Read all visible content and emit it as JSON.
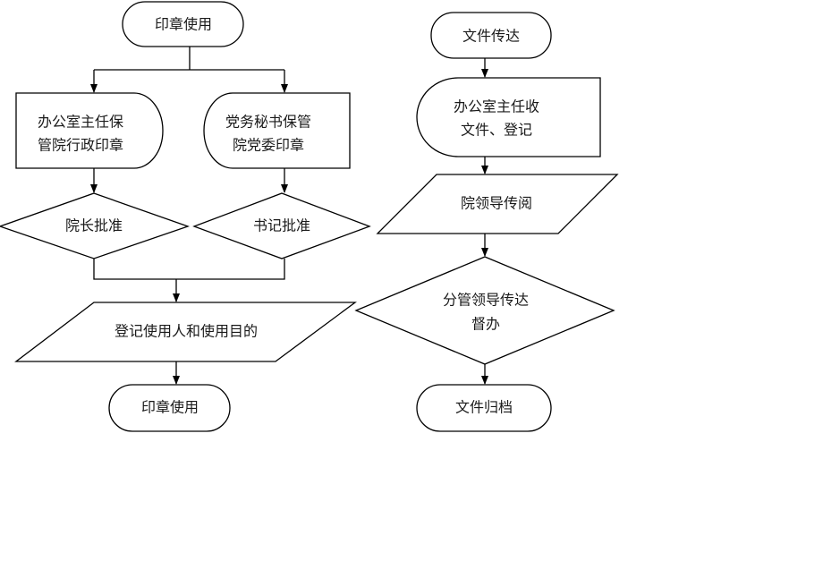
{
  "left_flow": {
    "start": "印章使用",
    "keeper_admin": [
      "办公室主任保",
      "管院行政印章"
    ],
    "keeper_party": [
      "党务秘书保管",
      "院党委印章"
    ],
    "approve_dean": "院长批准",
    "approve_secretary": "书记批准",
    "register": "登记使用人和使用目的",
    "end": "印章使用"
  },
  "right_flow": {
    "start": "文件传达",
    "receive": [
      "办公室主任收",
      "文件、登记"
    ],
    "leader_read": "院领导传阅",
    "deliver": [
      "分管领导传达",
      "督办"
    ],
    "end": "文件归档"
  }
}
